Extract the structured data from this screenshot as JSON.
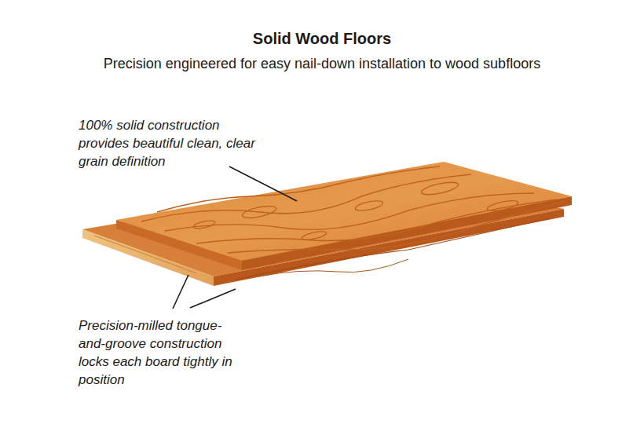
{
  "diagram": {
    "title": "Solid Wood Floors",
    "labels": [
      "Precision engineered for easy nail-down installation to wood subfloors",
      "100% solid construction provides beautiful clean, clear grain definition",
      "Precision-milled tongue-and-groove construction locks each board tightly in position"
    ]
  }
}
